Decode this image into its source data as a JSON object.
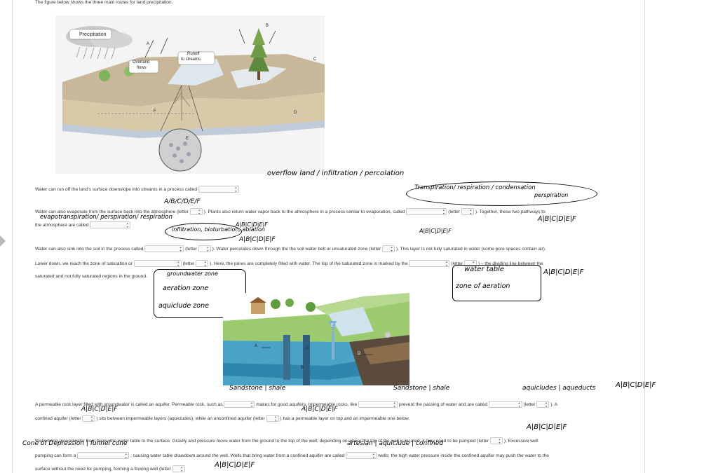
{
  "header": {
    "intro": "The figure below shows the three main routes for land precipitation."
  },
  "figure1": {
    "labels": {
      "precipitation": "Precipitation",
      "overland": "Overland",
      "flows": "flows",
      "runoff": "Runoff",
      "to_streams": "to streams",
      "a": "A",
      "b": "B",
      "c": "C",
      "d": "D",
      "e": "E",
      "f": "F"
    }
  },
  "figure2": {
    "labels": {
      "a": "A",
      "b": "B",
      "c": "C",
      "d": "D",
      "e": "E"
    }
  },
  "q1": {
    "text": "Water can run off the land's surface downslope into streams in a process called"
  },
  "q2": {
    "t1": "Water can also evaporate from the surface back into the atmosphere (letter",
    "t2": "). Plants also return water vapor back to the atmosphere in a process similar to evaporation, called",
    "t3": "(letter",
    "t4": "). Together, these two pathways to",
    "t5": "the atmosphere are called"
  },
  "q3": {
    "t1": "Water can also sink into the soil in the process called",
    "t2": "(letter",
    "t3": "). Water percolates down through the the soil water belt or unsaturated zone (letter",
    "t4": "). This layer is not fully saturated in water (some pore spaces contain air)."
  },
  "q4": {
    "t1": "Lower down, we reach the zone of saturation or",
    "t2": "(letter",
    "t3": "). Here, the pores are completely filled with water.  The top of the saturated zone is marked by the",
    "t4": "(letter",
    "t5": ") – the dividing line between the",
    "t6": "saturated and not fully saturated regions in the ground."
  },
  "q5": {
    "t1": "A permeable rock layer filled with groundwater is called an aquifer.  Permeable rock, such as",
    "t2": "makes for good aquifers.  Impermeable rocks, like",
    "t3": "prevent the passing of water and are called",
    "t4": "(letter",
    "t5": "). A",
    "t6": "confined aquifer (letter",
    "t7": ") sits between impermeable layers (aquicludes), while an unconfined aquifer (letter",
    "t8": ") has a permeable layer on top and an impermeable one below."
  },
  "q6": {
    "t1": "Wells bring groundwater from below the water table to the surface.  Gravity and pressure move water from the ground to the top of the well; depending on where the top of the well is located, it may need to be pumped (letter",
    "t2": "). Excessive well",
    "t3": "pumping can form a",
    "t4": ", causing water table drawdown around the well.  Wells that bring water from a confined aquifer are called",
    "t5": "wells; the high water pressure inside the confined aquifer may push the water to the",
    "t6": "surface without the need for pumping, forming a flowing well (letter"
  },
  "handwriting": {
    "h_overflow": "overflow land / infiltration / percolation",
    "h_abcdef_1": "A/B/C/D/E/F",
    "h_transp": "Transpiration/ respiration / condensation",
    "h_perspiration": "perspiration",
    "h_evapo": "evapotranspiration/ perspiration/ respiration",
    "h_abcdef_2": "A|B|C|D|E|F",
    "h_infiltration": "infiltration, bioturbation, ablation",
    "h_abcdef_3": "A|B|C|D|E|F",
    "h_abcdef_4": "A|B|C|D|E|F",
    "h_abcdef_5": "A|B|C|D|E|F",
    "h_groundwater": "groundwater zone",
    "h_aeration": "aeration zone",
    "h_aquiclude": "aquiclude zone",
    "h_water_table": "water table",
    "h_zone_aeration": "zone of aeration",
    "h_abcdef_6": "A|B|C|D|E|F",
    "h_sandstone1": "Sandstone | shale",
    "h_sandstone2": "Sandstone | shale",
    "h_aquicludes": "aquicludes | aqueducts",
    "h_abcdef_7": "A|B|C|D|E|F",
    "h_abcdef_8": "A|B|C|D|E|F",
    "h_abcdef_9": "A|B|C|D|E|F",
    "h_abcdef_10": "A|B|C|D|E|F",
    "h_cone": "Cone of Depression | funnel cone",
    "h_artesian": "artesian | aquiclude | confined",
    "h_abcdef_11": "A|B|C|D|E|F"
  }
}
